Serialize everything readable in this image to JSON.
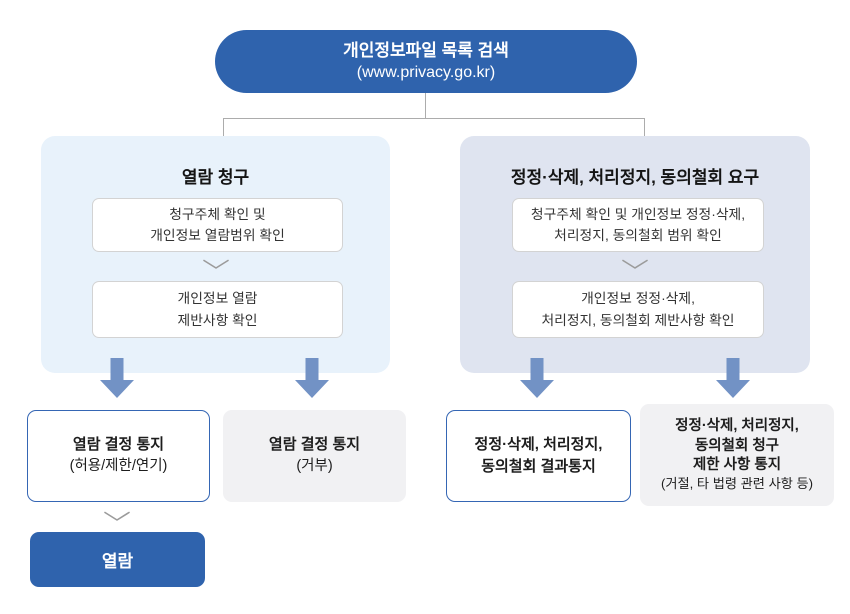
{
  "colors": {
    "accent_blue": "#2F63AD",
    "arrow_blue": "#7292C5",
    "panel_left_bg": "#E8F2FB",
    "panel_right_bg": "#DFE4F0",
    "outcome_border_blue": "#3566B4",
    "outcome_gray_bg": "#F1F1F3"
  },
  "top": {
    "title": "개인정보파일 목록 검색",
    "subtitle": "(www.privacy.go.kr)"
  },
  "left_panel": {
    "title": "열람 청구",
    "step1_line1": "청구주체 확인 및",
    "step1_line2": "개인정보 열람범위 확인",
    "step2_line1": "개인정보 열람",
    "step2_line2": "제반사항 확인"
  },
  "right_panel": {
    "title": "정정·삭제, 처리정지, 동의철회 요구",
    "step1_line1": "청구주체 확인 및 개인정보 정정·삭제,",
    "step1_line2": "처리정지, 동의철회 범위 확인",
    "step2_line1": "개인정보 정정·삭제,",
    "step2_line2": "처리정지, 동의철회 제반사항 확인"
  },
  "outcomes": {
    "view_decision": {
      "line1": "열람 결정 통지",
      "line2": "(허용/제한/연기)"
    },
    "view_denial": {
      "line1": "열람 결정 통지",
      "line2": "(거부)"
    },
    "correction_result": {
      "line1": "정정·삭제, 처리정지,",
      "line2": "동의철회 결과통지"
    },
    "correction_restriction": {
      "line1": "정정·삭제, 처리정지,",
      "line2": "동의철회 청구",
      "line3": "제한 사항 통지",
      "line4": "(거절, 타 법령 관련 사항 등)"
    }
  },
  "final": {
    "label": "열람"
  }
}
